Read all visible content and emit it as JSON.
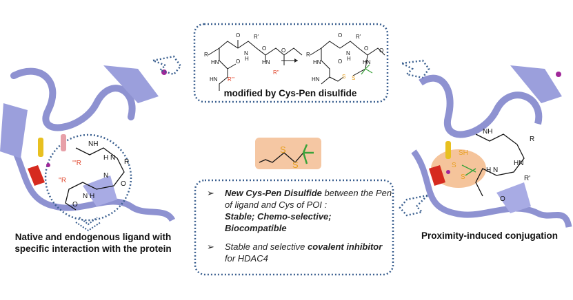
{
  "top_panel": {
    "caption": "modified by Cys-Pen disulfide",
    "left_structure": {
      "labels": [
        "R",
        "O",
        "R'",
        "N",
        "H",
        "O",
        "HN",
        "O",
        "HN",
        "O",
        "HN",
        "R'''",
        "R''"
      ]
    },
    "right_structure": {
      "labels": [
        "R",
        "O",
        "R'",
        "N",
        "H",
        "O",
        "HN",
        "O",
        "HN",
        "O",
        "HN",
        "S",
        "S"
      ]
    }
  },
  "disulfide_badge": {
    "labels": [
      "S",
      "S"
    ],
    "background": "#f5c7a3"
  },
  "bottom_panel": {
    "bullets": [
      {
        "marker": "➢",
        "bold_lead": "New Cys-Pen Disulfide",
        "text": " between the Pen of ligand and Cys of POI :",
        "bold_tail": "Stable; Chemo-selective; Biocompatible"
      },
      {
        "marker": "➢",
        "text_lead": "Stable and selective ",
        "bold_mid": "covalent inhibitor",
        "text_tail": " for HDAC4"
      }
    ]
  },
  "left_panel": {
    "caption_line1": "Native and endogenous ligand with",
    "caption_line2": "specific interaction with the protein",
    "labels": [
      "NH",
      "'''R",
      "''R",
      "H N",
      "N H",
      "N",
      "O",
      "O",
      "R"
    ]
  },
  "right_panel": {
    "caption": "Proximity-induced conjugation",
    "labels": [
      "NH",
      "R",
      "SH",
      "S",
      "S",
      "H N",
      "HN",
      "R'",
      "O"
    ]
  },
  "colors": {
    "protein": "#7b7fc9",
    "dotted_border": "#3a5f8f",
    "sulfur": "#e8a020",
    "pen_methyl": "#3aa33a",
    "ligand_red": "#e0452b",
    "highlight": "#f2b07a"
  }
}
